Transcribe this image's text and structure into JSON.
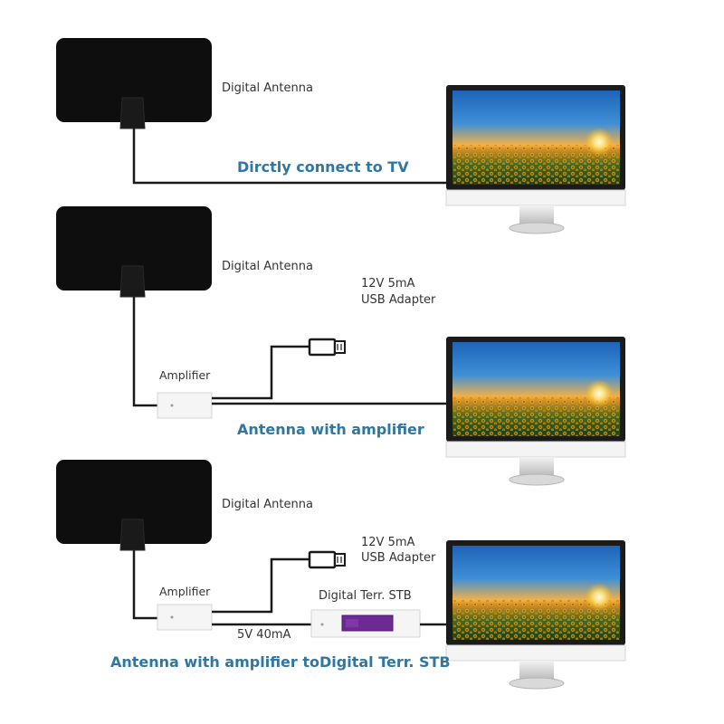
{
  "colors": {
    "caption": "#2f77a3",
    "wire": "#1a1a1a",
    "antenna": "#0e0e0e",
    "stb_screen": "#6d2a95"
  },
  "panels": [
    {
      "antenna_label": "Digital Antenna",
      "caption": "Dirctly connect to TV"
    },
    {
      "antenna_label": "Digital Antenna",
      "adapter_label_line1": "12V 5mA",
      "adapter_label_line2": "USB Adapter",
      "amplifier_label": "Amplifier",
      "caption": "Antenna with amplifier"
    },
    {
      "antenna_label": "Digital Antenna",
      "adapter_label_line1": "12V 5mA",
      "adapter_label_line2": "USB Adapter",
      "amplifier_label": "Amplifier",
      "stb_label": "Digital Terr. STB",
      "power_label": "5V 40mA",
      "caption": "Antenna with amplifier toDigital Terr. STB"
    }
  ]
}
